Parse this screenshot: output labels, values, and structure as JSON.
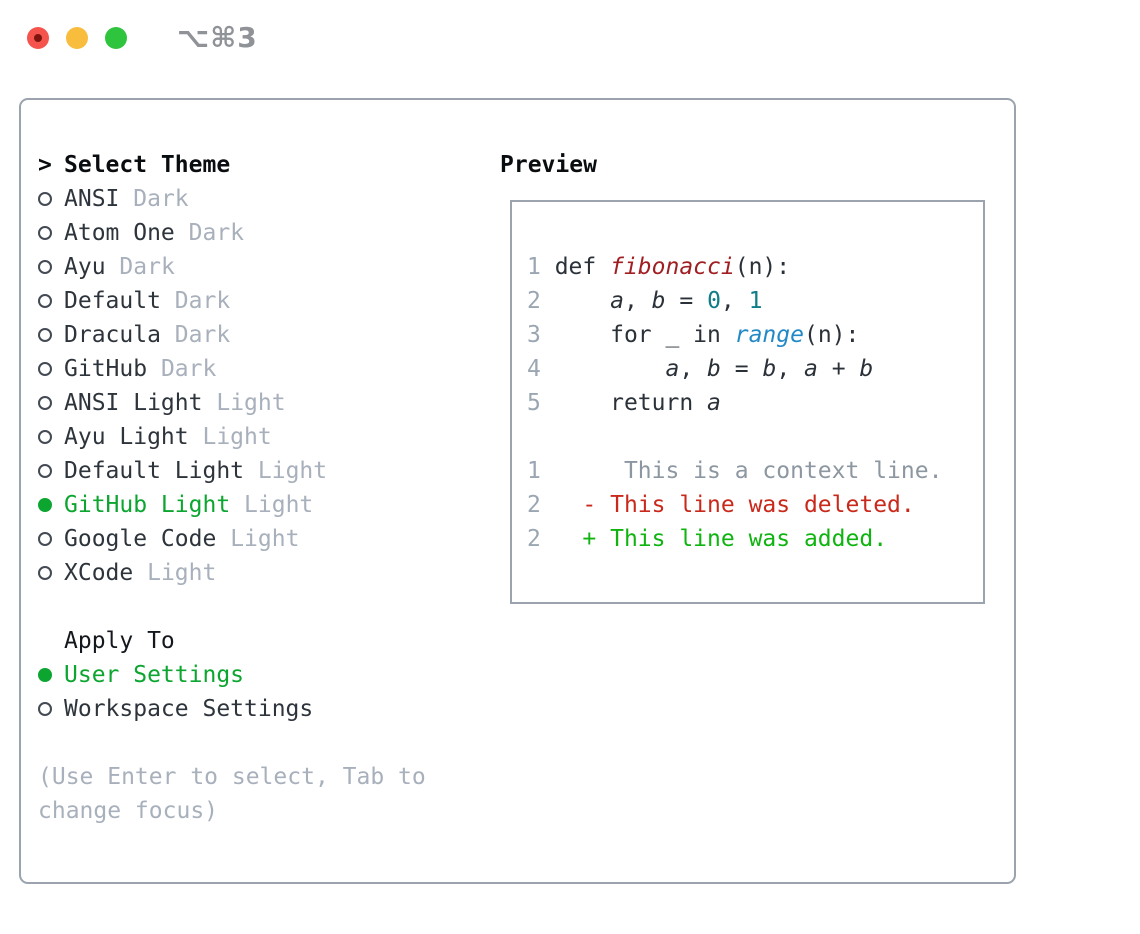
{
  "titlebar": {
    "shortcut": "⌥⌘3"
  },
  "select_theme": {
    "focus_marker": ">",
    "header": "Select Theme",
    "themes": [
      {
        "label": "ANSI",
        "variant": "Dark",
        "selected": false
      },
      {
        "label": "Atom One",
        "variant": "Dark",
        "selected": false
      },
      {
        "label": "Ayu",
        "variant": "Dark",
        "selected": false
      },
      {
        "label": "Default",
        "variant": "Dark",
        "selected": false
      },
      {
        "label": "Dracula",
        "variant": "Dark",
        "selected": false
      },
      {
        "label": "GitHub",
        "variant": "Dark",
        "selected": false
      },
      {
        "label": "ANSI Light",
        "variant": "Light",
        "selected": false
      },
      {
        "label": "Ayu Light",
        "variant": "Light",
        "selected": false
      },
      {
        "label": "Default Light",
        "variant": "Light",
        "selected": false
      },
      {
        "label": "GitHub Light",
        "variant": "Light",
        "selected": true
      },
      {
        "label": "Google Code",
        "variant": "Light",
        "selected": false
      },
      {
        "label": "XCode",
        "variant": "Light",
        "selected": false
      }
    ]
  },
  "apply_to": {
    "header": "Apply To",
    "options": [
      {
        "label": "User Settings",
        "selected": true
      },
      {
        "label": "Workspace Settings",
        "selected": false
      }
    ]
  },
  "help": {
    "line1": "(Use Enter to select, Tab to",
    "line2": "change focus)"
  },
  "preview": {
    "header": "Preview",
    "lines": [
      {
        "name": "code-line-1",
        "num": "1",
        "tokens": [
          {
            "text": "def ",
            "style": "code"
          },
          {
            "text": "fibonacci",
            "style": "func"
          },
          {
            "text": "(n):",
            "style": "code"
          }
        ]
      },
      {
        "name": "code-line-2",
        "num": "2",
        "tokens": [
          {
            "text": "    ",
            "style": "code"
          },
          {
            "text": "a",
            "style": "var"
          },
          {
            "text": ", ",
            "style": "code"
          },
          {
            "text": "b",
            "style": "var"
          },
          {
            "text": " = ",
            "style": "code"
          },
          {
            "text": "0",
            "style": "num"
          },
          {
            "text": ", ",
            "style": "code"
          },
          {
            "text": "1",
            "style": "num"
          }
        ]
      },
      {
        "name": "code-line-3",
        "num": "3",
        "tokens": [
          {
            "text": "    for _ in ",
            "style": "code"
          },
          {
            "text": "range",
            "style": "call"
          },
          {
            "text": "(n):",
            "style": "code"
          }
        ]
      },
      {
        "name": "code-line-4",
        "num": "4",
        "tokens": [
          {
            "text": "        ",
            "style": "code"
          },
          {
            "text": "a",
            "style": "var"
          },
          {
            "text": ", ",
            "style": "code"
          },
          {
            "text": "b",
            "style": "var"
          },
          {
            "text": " = ",
            "style": "code"
          },
          {
            "text": "b",
            "style": "var"
          },
          {
            "text": ", ",
            "style": "code"
          },
          {
            "text": "a",
            "style": "var"
          },
          {
            "text": " + ",
            "style": "code"
          },
          {
            "text": "b",
            "style": "var"
          }
        ]
      },
      {
        "name": "code-line-5",
        "num": "5",
        "tokens": [
          {
            "text": "    return ",
            "style": "code"
          },
          {
            "text": "a",
            "style": "var"
          }
        ]
      },
      {
        "name": "blank-line",
        "num": "",
        "tokens": []
      },
      {
        "name": "diff-context-line",
        "num": "1",
        "tokens": [
          {
            "text": "     This is a context line.",
            "style": "context"
          }
        ]
      },
      {
        "name": "diff-deleted-line",
        "num": "2",
        "tokens": [
          {
            "text": "  - This line was deleted.",
            "style": "deleted"
          }
        ]
      },
      {
        "name": "diff-added-line",
        "num": "2",
        "tokens": [
          {
            "text": "  + This line was added.",
            "style": "added"
          }
        ]
      }
    ]
  },
  "colors": {
    "panel_border": "#9aa3ae",
    "selection_green": "#0ca52f",
    "added_green": "#10b410",
    "deleted_red": "#c9291b",
    "function_red": "#a01f22",
    "number_teal": "#0e7d85",
    "call_blue": "#2289c6",
    "muted_gray": "#a8b0bc",
    "text_dark": "#2e343b",
    "traffic_red": "#f4544c",
    "traffic_yellow": "#f9bd3d",
    "traffic_green": "#2fc43e"
  }
}
